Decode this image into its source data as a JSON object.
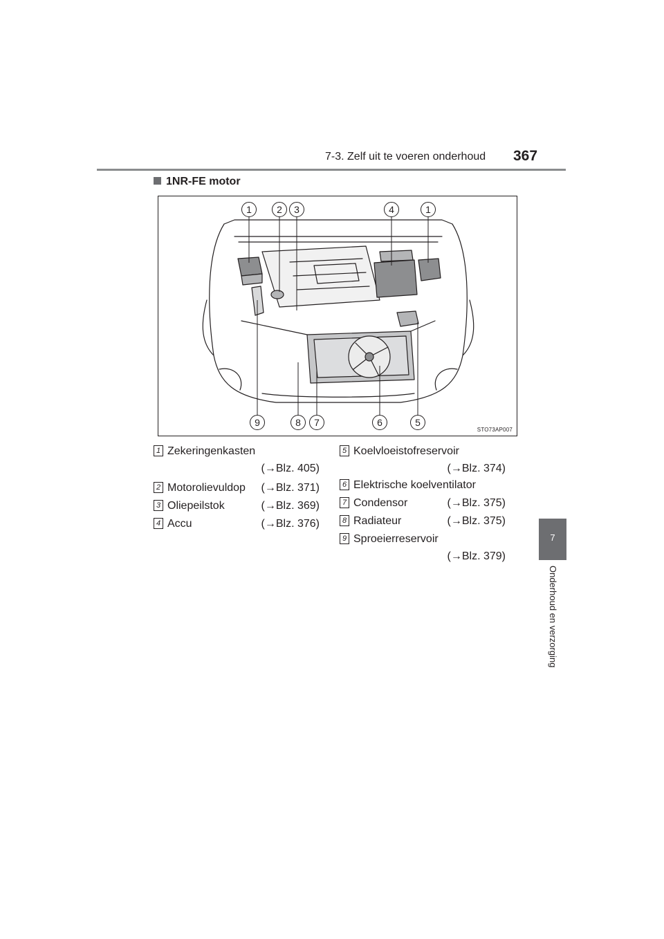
{
  "header": {
    "title": "7-3. Zelf uit te voeren onderhoud",
    "page_number": "367"
  },
  "chapter_tab": {
    "number": "7",
    "title": "Onderhoud en verzorging"
  },
  "section": {
    "heading": "1NR-FE motor"
  },
  "figure": {
    "code": "STO73AP007",
    "callouts_top": [
      "1",
      "2",
      "3",
      "4",
      "1"
    ],
    "callouts_bottom": [
      "9",
      "8",
      "7",
      "6",
      "5"
    ]
  },
  "legend": [
    {
      "num": "1",
      "label": "Zekeringenkasten",
      "ref": "(→Blz. 405)"
    },
    {
      "num": "2",
      "label": "Motorolievuldop",
      "ref": "(→Blz. 371)"
    },
    {
      "num": "3",
      "label": "Oliepeilstok",
      "ref": "(→Blz. 369)"
    },
    {
      "num": "4",
      "label": "Accu",
      "ref": "(→Blz. 376)"
    },
    {
      "num": "5",
      "label": "Koelvloeistofreservoir",
      "ref": "(→Blz. 374)"
    },
    {
      "num": "6",
      "label": "Elektrische koelventilator",
      "ref": ""
    },
    {
      "num": "7",
      "label": "Condensor",
      "ref": "(→Blz. 375)"
    },
    {
      "num": "8",
      "label": "Radiateur",
      "ref": "(→Blz. 375)"
    },
    {
      "num": "9",
      "label": "Sproeierreservoir",
      "ref": "(→Blz. 379)"
    }
  ]
}
